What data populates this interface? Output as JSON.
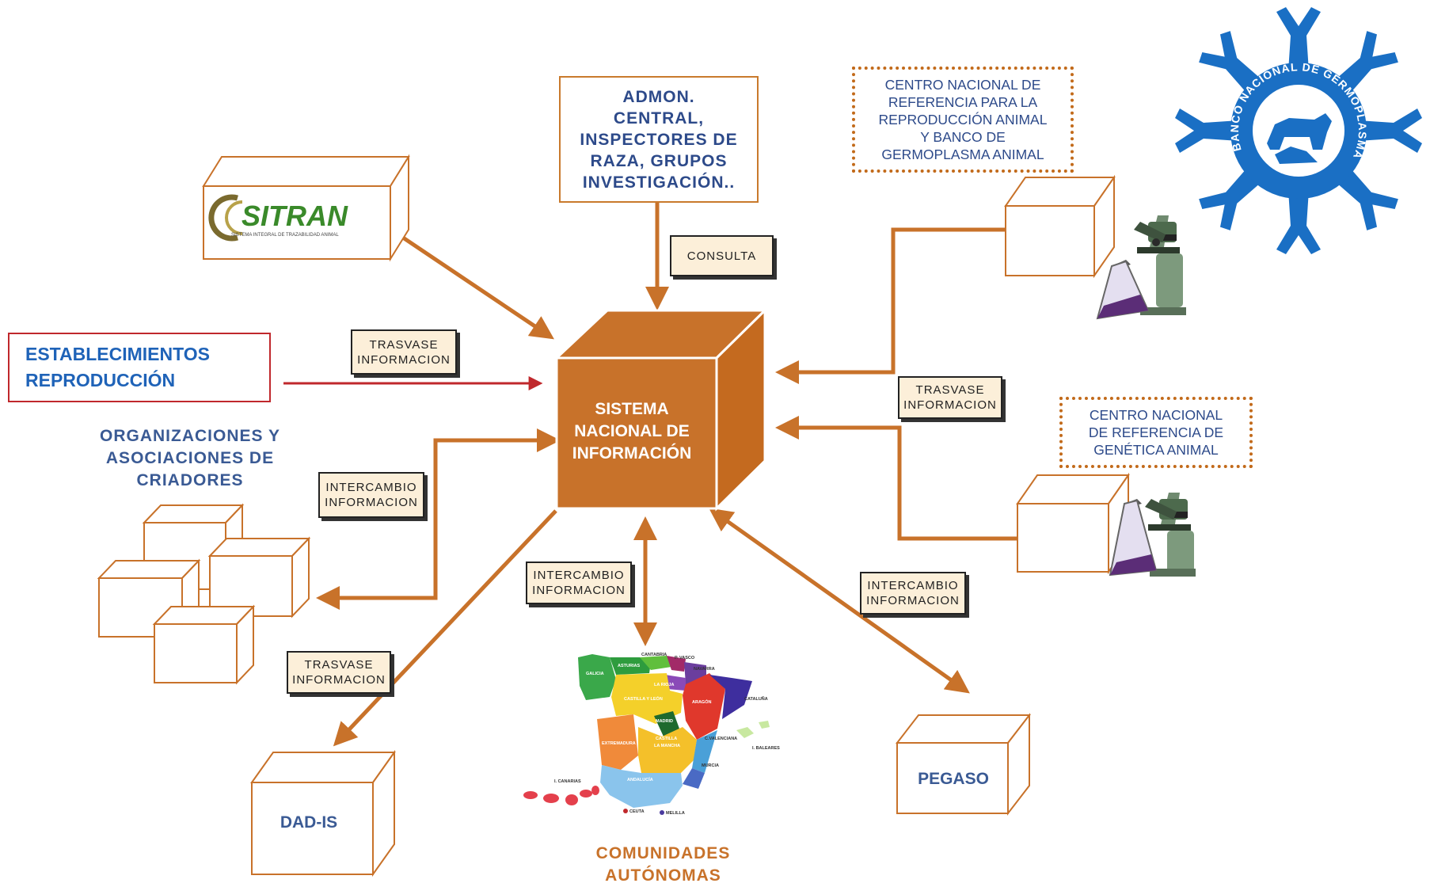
{
  "center": {
    "line1": "SISTEMA",
    "line2": "NACIONAL DE",
    "line3": "INFORMACIÓN"
  },
  "admon": {
    "lines": [
      "ADMON.",
      "CENTRAL,",
      "INSPECTORES DE",
      "RAZA, GRUPOS",
      "INVESTIGACIÓN.."
    ]
  },
  "consulta": "CONSULTA",
  "sitran": {
    "logo": "SITRAN",
    "tagline": "SISTEMA INTEGRAL DE TRAZABILIDAD ANIMAL"
  },
  "establecimientos": {
    "line1": "ESTABLECIMIENTOS",
    "line2": "REPRODUCCIÓN"
  },
  "tag_trasvase": {
    "line1": "TRASVASE",
    "line2": "INFORMACION"
  },
  "tag_intercambio": {
    "line1": "INTERCAMBIO",
    "line2": "INFORMACION"
  },
  "organizaciones": {
    "line1": "ORGANIZACIONES Y",
    "line2": "ASOCIACIONES DE",
    "line3": "CRIADORES"
  },
  "centro_germoplasma": {
    "lines": [
      "CENTRO NACIONAL DE",
      "REFERENCIA PARA LA",
      "REPRODUCCIÓN ANIMAL",
      "Y BANCO DE",
      "GERMOPLASMA ANIMAL"
    ]
  },
  "centro_genetica": {
    "lines": [
      "CENTRO NACIONAL",
      "DE REFERENCIA DE",
      "GENÉTICA ANIMAL"
    ]
  },
  "dad_is": "DAD-IS",
  "pegaso": "PEGASO",
  "comunidades": {
    "line1": "COMUNIDADES",
    "line2": "AUTÓNOMAS"
  },
  "logo_seal": {
    "text": "BANCO NACIONAL DE GERMOPLASMA ANIMAL"
  },
  "map_labels": {
    "cantabria": "CANTABRIA",
    "pvasco": "P. VASCO",
    "navarra": "NAVARRA",
    "galicia": "GALICIA",
    "asturias": "ASTURIAS",
    "rioja": "LA RIOJA",
    "castilla_leon": "CASTILLA Y LEÓN",
    "aragon": "ARAGÓN",
    "cataluna": "CATALUÑA",
    "madrid": "MADRID",
    "extremadura": "EXTREMADURA",
    "castilla_mancha1": "CASTILLA",
    "castilla_mancha2": "LA MANCHA",
    "valenciana": "C.VALENCIANA",
    "baleares": "I. BALEARES",
    "murcia": "MURCIA",
    "andalucia": "ANDALUCÍA",
    "canarias": "I. CANARIAS",
    "ceuta": "CEUTA",
    "melilla": "MELILLA"
  },
  "colors": {
    "orange": "#c8722a",
    "blue_text": "#3a5a94",
    "red": "#c0282c",
    "tag_bg": "#fcefd9",
    "seal_blue": "#1a6fc4"
  }
}
